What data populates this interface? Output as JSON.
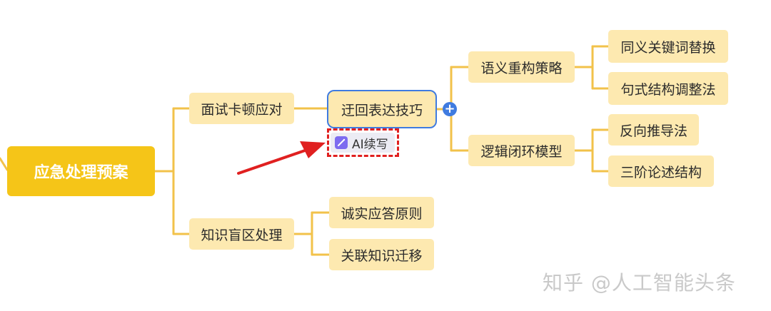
{
  "root": {
    "label": "应急处理预案"
  },
  "branch_1": {
    "label": "面试卡顿应对",
    "child": {
      "label": "迂回表达技巧",
      "ai_button_label": "AI续写",
      "children": [
        {
          "label": "语义重构策略",
          "leaves": [
            "同义关键词替换",
            "句式结构调整法"
          ]
        },
        {
          "label": "逻辑闭环模型",
          "leaves": [
            "反向推导法",
            "三阶论述结构"
          ]
        }
      ]
    }
  },
  "branch_2": {
    "label": "知识盲区处理",
    "children": [
      "诚实应答原则",
      "关联知识迁移"
    ]
  },
  "watermark": "知乎 @人工智能头条",
  "colors": {
    "root": "#f5c518",
    "node": "#fde9b0",
    "line": "#f2c24a",
    "accent": "#3f7be0",
    "highlight": "#e02020"
  }
}
